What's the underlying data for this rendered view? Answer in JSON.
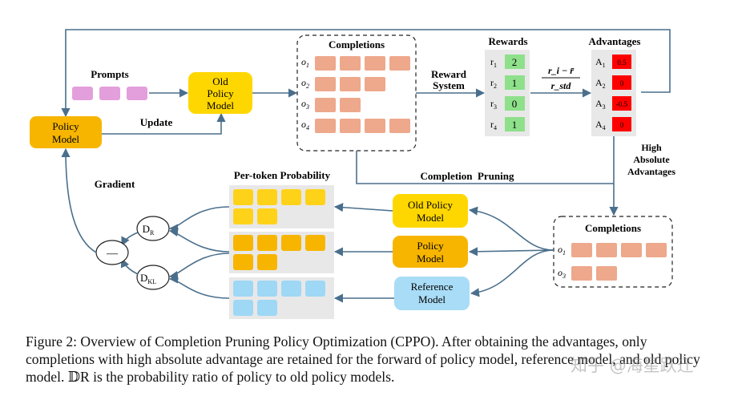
{
  "diagram": {
    "prompts_label": "Prompts",
    "policy_model_label": [
      "Policy",
      "Model"
    ],
    "old_policy_model_label": [
      "Old",
      "Policy",
      "Model"
    ],
    "update_label": "Update",
    "completions_label": "Completions",
    "completion_rows": [
      "o1",
      "o2",
      "o3",
      "o4"
    ],
    "reward_system_label": [
      "Reward",
      "System"
    ],
    "rewards_label": "Rewards",
    "rewards": [
      {
        "name": "r1",
        "value": "2"
      },
      {
        "name": "r2",
        "value": "1"
      },
      {
        "name": "r3",
        "value": "0"
      },
      {
        "name": "r4",
        "value": "1"
      }
    ],
    "formula_numerator": "r_i − r̄",
    "formula_denominator": "r_std",
    "advantages_label": "Advantages",
    "advantages": [
      {
        "name": "A1",
        "value": "0.5"
      },
      {
        "name": "A2",
        "value": "0"
      },
      {
        "name": "A3",
        "value": "-0.5"
      },
      {
        "name": "A4",
        "value": "0"
      }
    ],
    "high_abs_label": [
      "High",
      "Absolute",
      "Advantages"
    ],
    "completion_pruning_label": "Completion  Pruning",
    "per_token_label": "Per-token Probability",
    "gradient_label": "Gradient",
    "dr_label": "D",
    "dr_sub": "R",
    "dkl_label": "D",
    "dkl_sub": "KL",
    "minus_label": "—",
    "old_policy_model2_label": [
      "Old Policy",
      "Model"
    ],
    "policy_model2_label": [
      "Policy",
      "Model"
    ],
    "reference_model_label": [
      "Reference",
      "Model"
    ],
    "completions2_label": "Completions",
    "completion2_rows": [
      "o1",
      "o3"
    ]
  },
  "caption": "Figure 2: Overview of Completion Pruning Policy Optimization (CPPO). After obtaining the advantages, only completions with high absolute advantage are retained for the forward of policy model, reference model, and old policy model. 𝔻R is the probability ratio of policy to old policy models.",
  "watermark": "知乎 @海星跃迁",
  "colors": {
    "prompt": "#e39fdc",
    "completion": "#eea88c",
    "model_yellow": "#f7c300",
    "model_orange": "#f4b400",
    "reward_green": "#8ee08a",
    "advantage_red": "#ff0000",
    "reference_blue": "#a9dcf6",
    "token_yellow": "#ffd21a",
    "token_orange": "#f7b500",
    "token_blue": "#9ed8f5",
    "arrow": "#4a6f8c"
  }
}
